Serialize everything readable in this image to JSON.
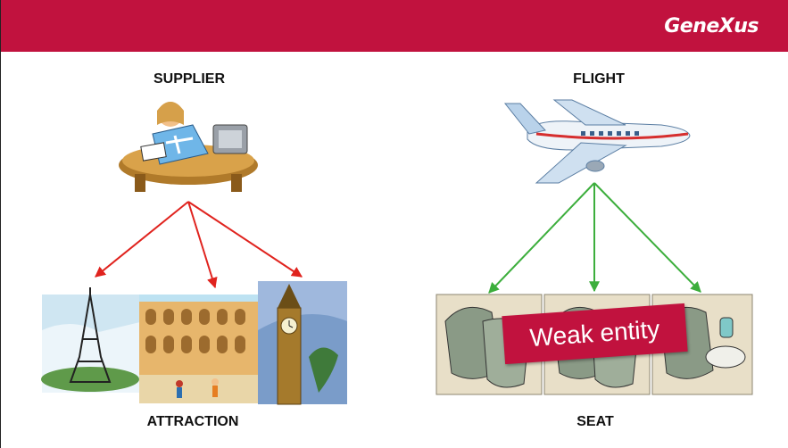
{
  "header": {
    "brand": "GeneXus",
    "color": "#c1123e"
  },
  "entities": {
    "supplier": "SUPPLIER",
    "flight": "FLIGHT",
    "attraction": "ATTRACTION",
    "seat": "SEAT"
  },
  "weak_entity_label": "Weak entity",
  "arrow_colors": {
    "supplier_to_attraction": "#e0231e",
    "flight_to_seat": "#3cae3c"
  }
}
